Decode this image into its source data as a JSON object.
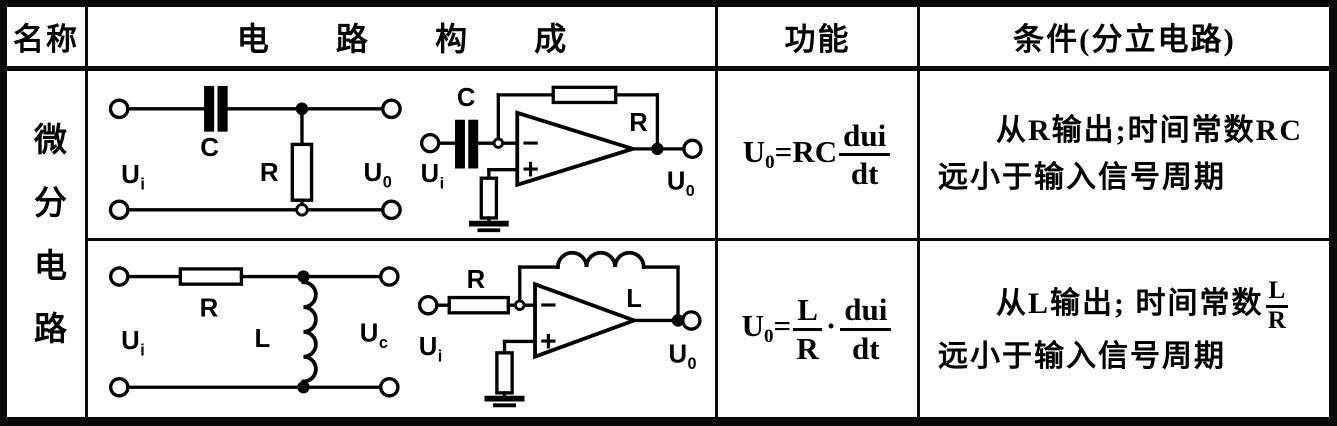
{
  "accent_colors": {
    "ink": "#0a0a0a",
    "paper": "#ffffff"
  },
  "table": {
    "headers": {
      "name": "名称",
      "circuit": "电路构成",
      "function": "功能",
      "condition": "条件(分立电路)"
    },
    "row_label": "微分电路"
  },
  "row1": {
    "passive": {
      "cap_label": "C",
      "res_label": "R",
      "input": {
        "main": "U",
        "sub": "i"
      },
      "output": {
        "main": "U",
        "sub": "0"
      }
    },
    "opamp": {
      "cap_label": "C",
      "fb_label": "R",
      "minus": "−",
      "plus": "+",
      "input": {
        "main": "U",
        "sub": "i"
      },
      "output": {
        "main": "U",
        "sub": "0"
      }
    },
    "function": {
      "lhs": "U",
      "lhs_sub": "0",
      "eq": "=",
      "coeff": "RC",
      "num": "dui",
      "den": "dt"
    },
    "condition": {
      "line1": "从R输出;时间常数RC",
      "line2": "远小于输入信号周期"
    }
  },
  "row2": {
    "passive": {
      "res_label": "R",
      "ind_label": "L",
      "input": {
        "main": "U",
        "sub": "i"
      },
      "output": {
        "main": "U",
        "sub": "c"
      }
    },
    "opamp": {
      "res_label": "R",
      "fb_label": "L",
      "minus": "−",
      "plus": "+",
      "input": {
        "main": "U",
        "sub": "i"
      },
      "output": {
        "main": "U",
        "sub": "0"
      }
    },
    "function": {
      "lhs": "U",
      "lhs_sub": "0",
      "eq": "=",
      "f1_num": "L",
      "f1_den": "R",
      "dot": "·",
      "num": "dui",
      "den": "dt"
    },
    "condition": {
      "line1_pre": "从L输出; 时间常数",
      "frac_num": "L",
      "frac_den": "R",
      "line2": "远小于输入信号周期"
    }
  }
}
